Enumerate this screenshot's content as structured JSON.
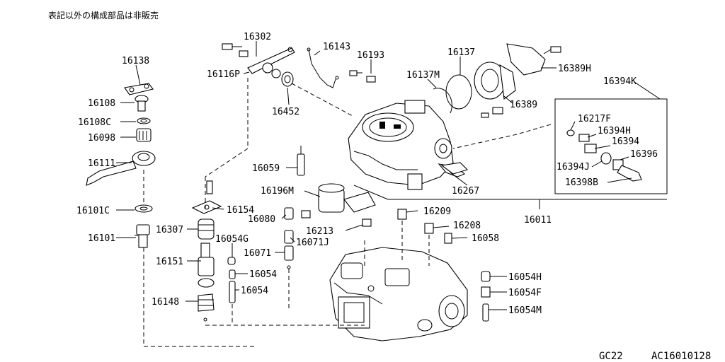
{
  "note": "表記以外の構成部品は非販売",
  "footer": {
    "model": "GC22",
    "code": "AC16010128"
  },
  "labels": {
    "p16138": "16138",
    "p16108": "16108",
    "p16108C": "16108C",
    "p16098": "16098",
    "p16111": "16111",
    "p16101C": "16101C",
    "p16101": "16101",
    "p16302": "16302",
    "p16116P": "16116P",
    "p16452": "16452",
    "p16143": "16143",
    "p16193": "16193",
    "p16137": "16137",
    "p16137M": "16137M",
    "p16389H": "16389H",
    "p16389": "16389",
    "p16394K": "16394K",
    "p16217F": "16217F",
    "p16394H": "16394H",
    "p16394": "16394",
    "p16396": "16396",
    "p16394J": "16394J",
    "p16398B": "16398B",
    "p16059": "16059",
    "p16196M": "16196M",
    "p16267": "16267",
    "p16154": "16154",
    "p16080": "16080",
    "p16213": "16213",
    "p16071J": "16071J",
    "p16209": "16209",
    "p16011": "16011",
    "p16208": "16208",
    "p16058": "16058",
    "p16307": "16307",
    "p16054G": "16054G",
    "p16071": "16071",
    "p16151": "16151",
    "p16054a": "16054",
    "p16054b": "16054",
    "p16148": "16148",
    "p16054H": "16054H",
    "p16054F": "16054F",
    "p16054M": "16054M"
  }
}
